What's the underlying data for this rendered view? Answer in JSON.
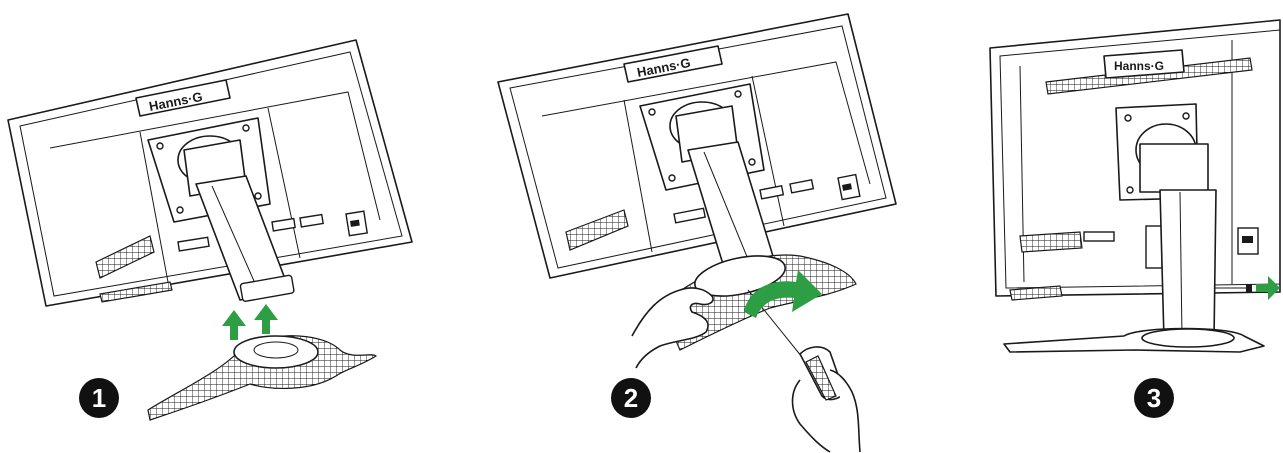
{
  "brand_label": "Hanns·G",
  "steps": [
    {
      "number": "1"
    },
    {
      "number": "2"
    },
    {
      "number": "3"
    }
  ],
  "colors": {
    "arrow_green": "#2e9e45",
    "line": "#1a1a1a",
    "step_badge": "#111111"
  }
}
